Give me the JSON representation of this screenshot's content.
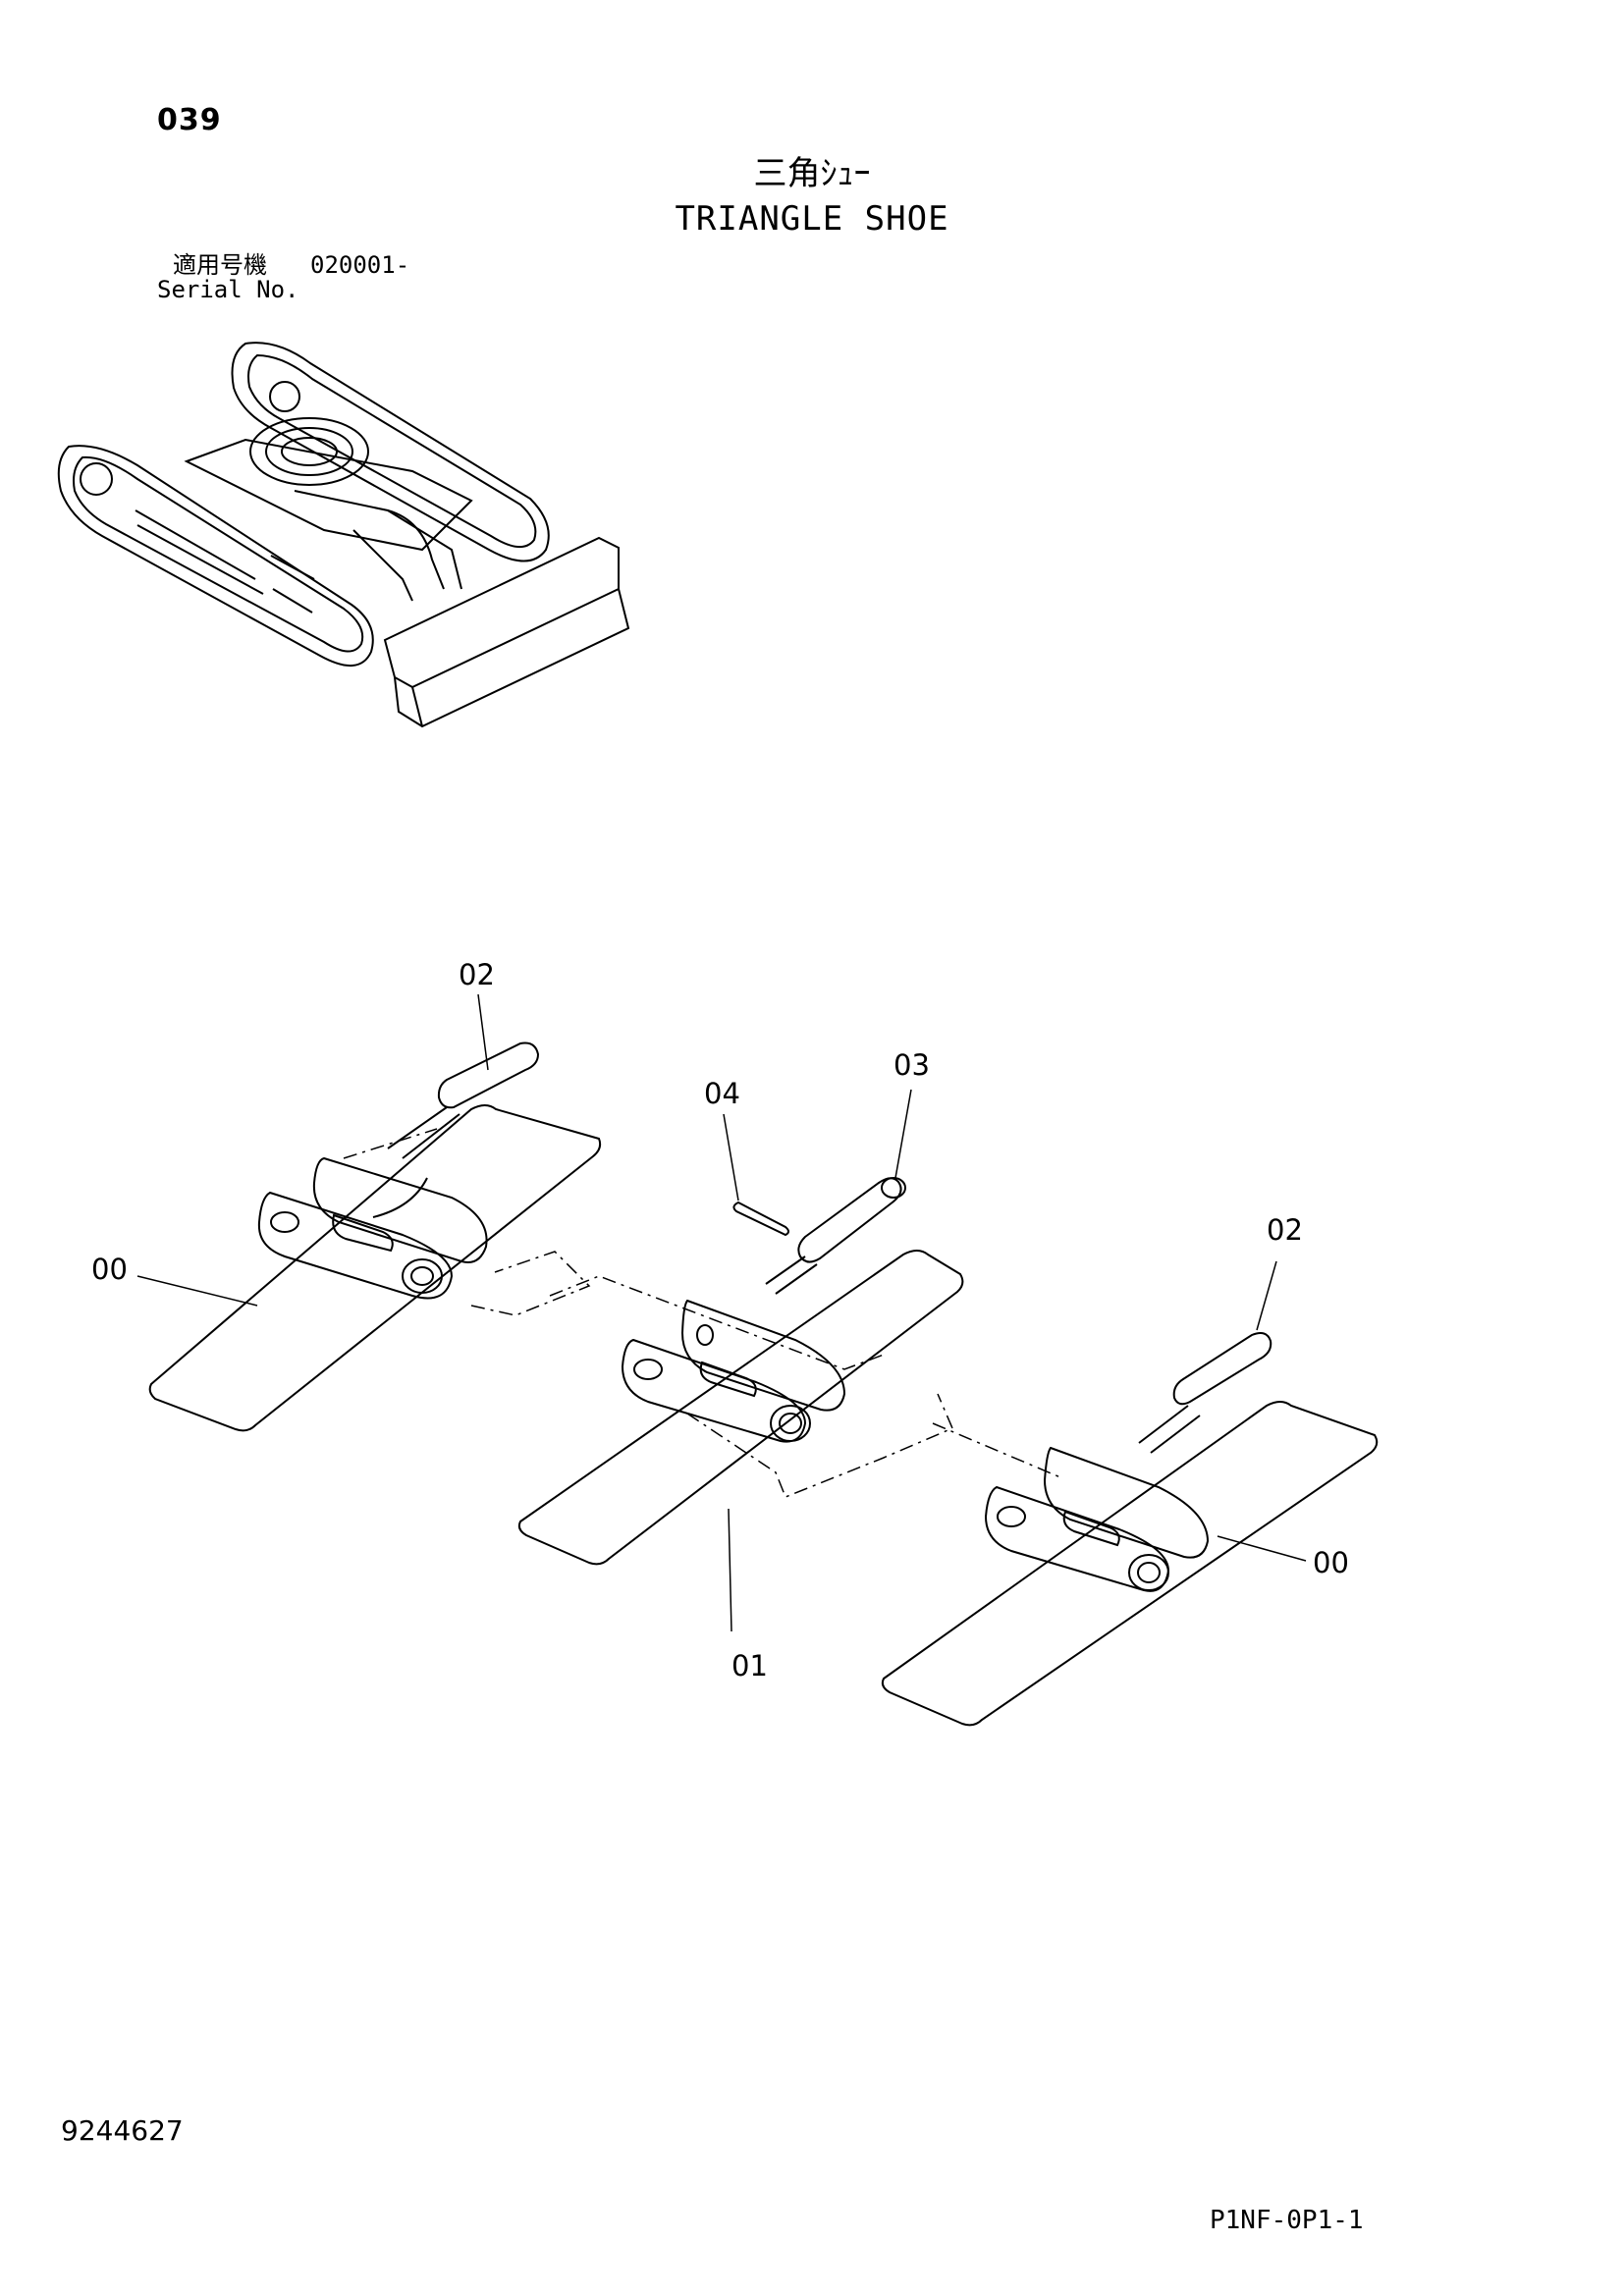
{
  "header": {
    "page_number": "039",
    "title_jp": "三角ｼｭｰ",
    "title_en": "TRIANGLE SHOE",
    "serial_label_jp": "適用号機",
    "serial_value": "020001-",
    "serial_label_en": "Serial No."
  },
  "callouts": {
    "shoe_left": "00",
    "shoe_center": "01",
    "pin_left": "02",
    "pin_right": "02",
    "pin_center": "03",
    "cotter_pin": "04",
    "shoe_right": "00"
  },
  "footer": {
    "document_number": "9244627",
    "page_code": "P1NF-0P1-1"
  }
}
